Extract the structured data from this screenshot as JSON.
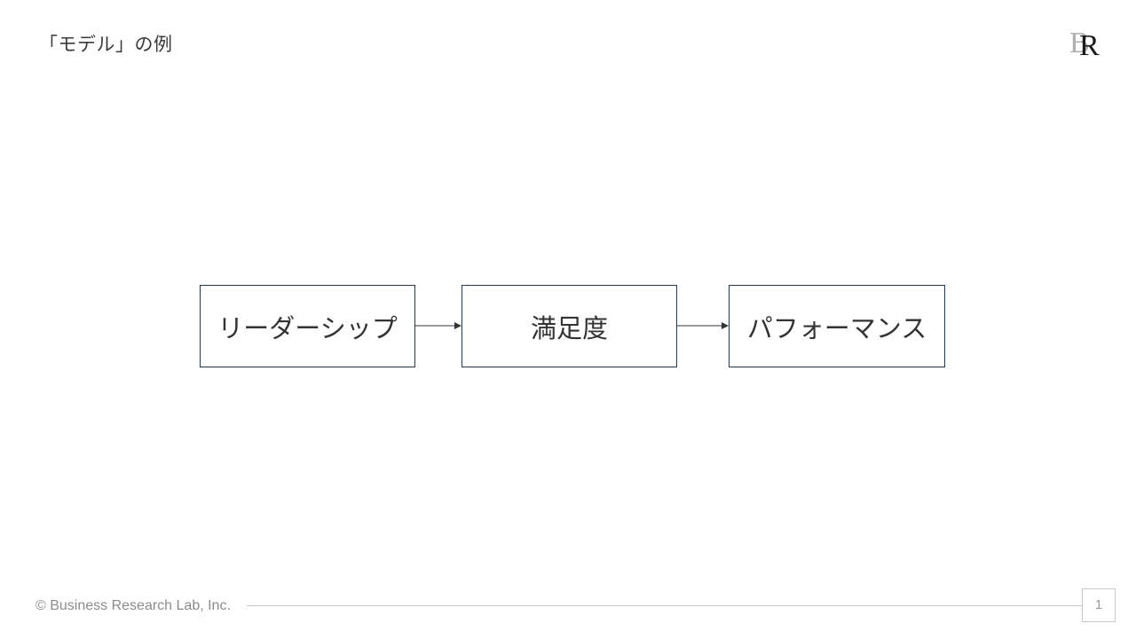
{
  "slide": {
    "title": "「モデル」の例"
  },
  "diagram": {
    "nodes": [
      {
        "label": "リーダーシップ"
      },
      {
        "label": "満足度"
      },
      {
        "label": "パフォーマンス"
      }
    ],
    "edges": [
      {
        "from": "リーダーシップ",
        "to": "満足度"
      },
      {
        "from": "満足度",
        "to": "パフォーマンス"
      }
    ],
    "colors": {
      "box_border": "#1f3a52",
      "arrow": "#333333",
      "text": "#333333"
    }
  },
  "logo": {
    "icon": "br-monogram-logo"
  },
  "footer": {
    "copyright": "© Business Research Lab, Inc.",
    "page_number": "1"
  }
}
